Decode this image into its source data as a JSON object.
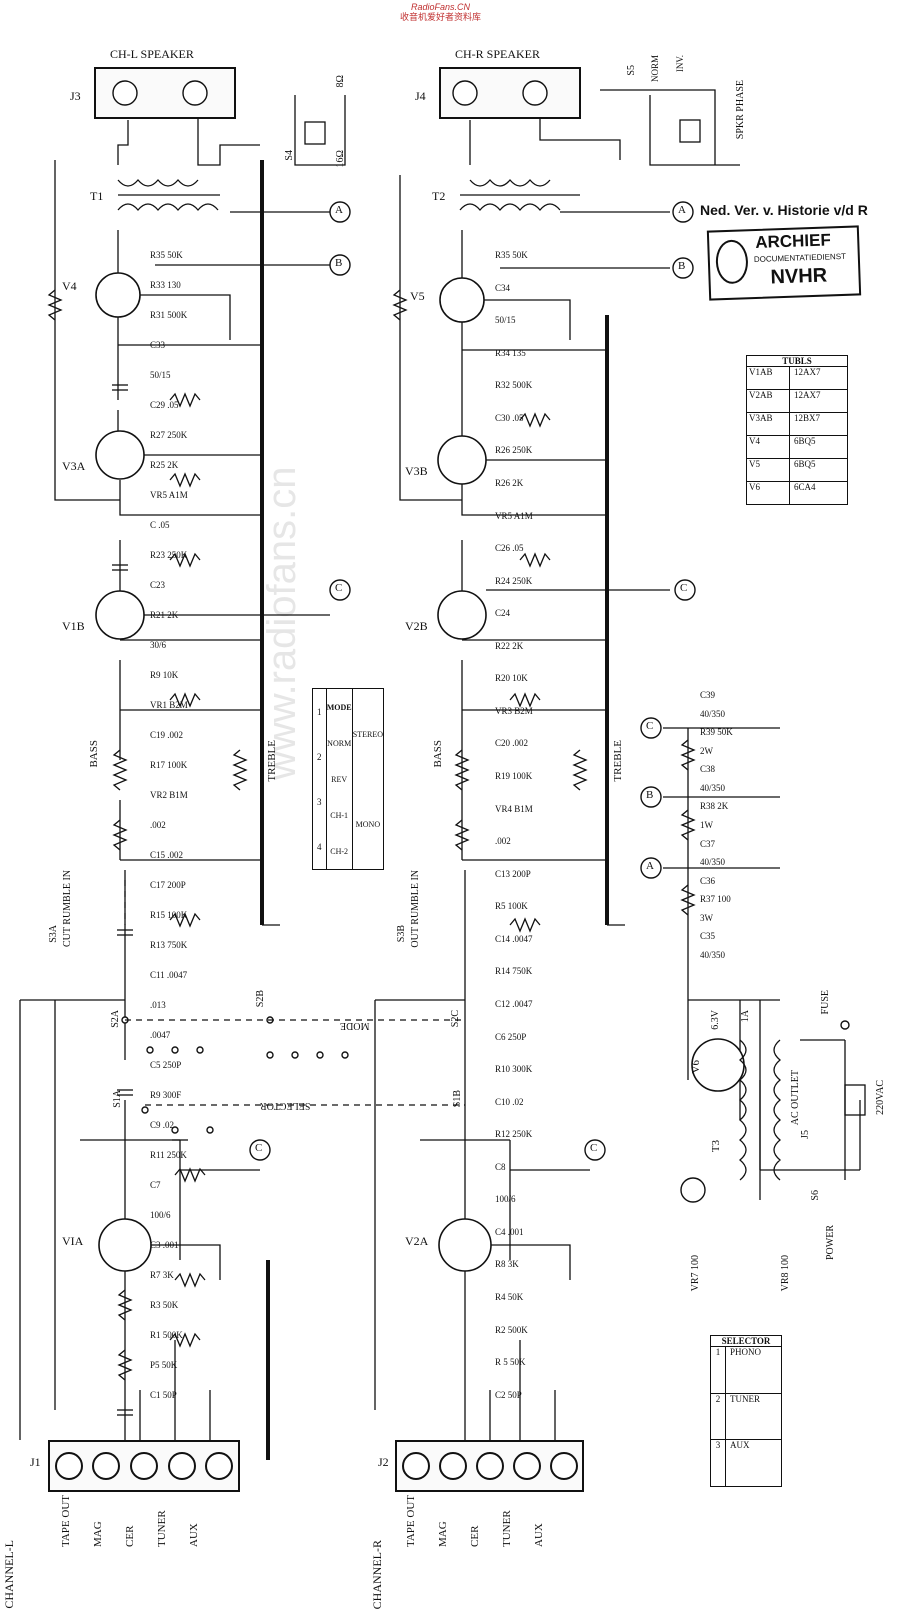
{
  "watermark_top": {
    "line1": "RadioFans.CN",
    "line2": "收音机爱好者资料库"
  },
  "watermark_mid": "www.radiofans.cn",
  "stamp": {
    "line1": "ARCHIEF",
    "line2": "DOCUMENTATIEDIENST",
    "line3": "NVHR"
  },
  "heading_note": "Ned. Ver. v. Historie v/d R",
  "channels": [
    {
      "name": "CHANNEL-L",
      "jack": "J1",
      "speaker_jack": "J3",
      "speaker": "CH-L SPEAKER",
      "transformer": "T1",
      "output_tube": "V4",
      "driver": "V3A",
      "tone_amp": "V1B",
      "preamp": "VIA"
    },
    {
      "name": "CHANNEL-R",
      "jack": "J2",
      "speaker_jack": "J4",
      "speaker": "CH-R SPEAKER",
      "transformer": "T2",
      "output_tube": "V5",
      "driver": "V3B",
      "tone_amp": "V2B",
      "preamp": "V2A"
    }
  ],
  "inputs": [
    "TAPE OUT",
    "MAG",
    "CER",
    "TUNER",
    "AUX"
  ],
  "labels": {
    "bass": "BASS",
    "treble": "TREBLE",
    "selector": "SELECTOR",
    "mode": "MODE",
    "rumble_l": "CUT RUMBLE IN",
    "rumble_r": "OUT RUMBLE IN",
    "s3a": "S3A",
    "s3b": "S3B",
    "s2a": "S2A",
    "s2b": "S2B",
    "s2c": "S2C",
    "s1a": "S1A",
    "s1b": "S1B",
    "s4": "S4",
    "s5": "S5",
    "norm": "NORM",
    "inv": "INV.",
    "spkr_phase": "SPKR PHASE",
    "imp8": "8Ω",
    "imp16": "16Ω",
    "fuse": "FUSE",
    "ac": "220VAC",
    "ac_outlet": "AC OUTLET",
    "power": "POWER",
    "s6": "S6",
    "j5": "J5",
    "v6": "V6",
    "t3": "T3",
    "heater": "6.3V",
    "fuse_rating": "1A",
    "vr7": "VR7 100",
    "vr8": "VR8 100"
  },
  "components_l": [
    "R35 50K",
    "R33 130",
    "R31 500K",
    "C33",
    "50/15",
    "C29 .05",
    "R27 250K",
    "R25 2K",
    "VR5 A1M",
    "C .05",
    "R23 250K",
    "C23",
    "R21 2K",
    "30/6",
    "R9 10K",
    "VR1 B2M",
    "C19 .002",
    "R17 100K",
    "VR2 B1M",
    ".002",
    "C15 .002",
    "C17 200P",
    "R15 100K",
    "R13 750K",
    "C11 .0047",
    ".013",
    ".0047",
    "C5 250P",
    "R9 300F",
    "C9 .02",
    "R11 250K",
    "C7",
    "100/6",
    "C3 .001",
    "R7 3K",
    "R3 50K",
    "R1 500K",
    "P5 50K",
    "C1 50P"
  ],
  "components_r": [
    "R35 50K",
    "C34",
    "50/15",
    "R34 135",
    "R32 500K",
    "C30 .05",
    "R26 250K",
    "R26 2K",
    "VR5 A1M",
    "C26 .05",
    "R24 250K",
    "C24",
    "R22 2K",
    "R20 10K",
    "VR3 B2M",
    "C20 .002",
    "R19 100K",
    "VR4 B1M",
    ".002",
    "C13 200P",
    "R5 100K",
    "C14 .0047",
    "R14 750K",
    "C12 .0047",
    "C6 250P",
    "R10 300K",
    "C10 .02",
    "R12 250K",
    "C8",
    "100/6",
    "C4 .001",
    "R8 3K",
    "R4 50K",
    "R2 500K",
    "R 5 50K",
    "C2 50P"
  ],
  "supply": [
    "C39",
    "40/350",
    "R39 50K",
    "2W",
    "C38",
    "40/350",
    "R38 2K",
    "1W",
    "C37",
    "40/350",
    "C36",
    "R37 100",
    "3W",
    "C35",
    "40/350"
  ],
  "mode_table": {
    "header": [
      "",
      "MODE",
      ""
    ],
    "rows": [
      [
        "1",
        "NORM",
        "STEREO"
      ],
      [
        "2",
        "REV",
        ""
      ],
      [
        "3",
        "CH-1",
        "MONO"
      ],
      [
        "4",
        "CH-2",
        ""
      ]
    ]
  },
  "tube_table": {
    "header": "TUBLS",
    "rows": [
      [
        "V1AB",
        "12AX7"
      ],
      [
        "V2AB",
        "12AX7"
      ],
      [
        "V3AB",
        "12BX7"
      ],
      [
        "V4",
        "6BQ5"
      ],
      [
        "V5",
        "6BQ5"
      ],
      [
        "V6",
        "6CA4"
      ]
    ]
  },
  "selector_table": {
    "header": "SELECTOR",
    "rows": [
      [
        "1",
        "PHONO"
      ],
      [
        "2",
        "TUNER"
      ],
      [
        "3",
        "AUX"
      ]
    ]
  },
  "nodes": [
    "A",
    "B",
    "C"
  ]
}
